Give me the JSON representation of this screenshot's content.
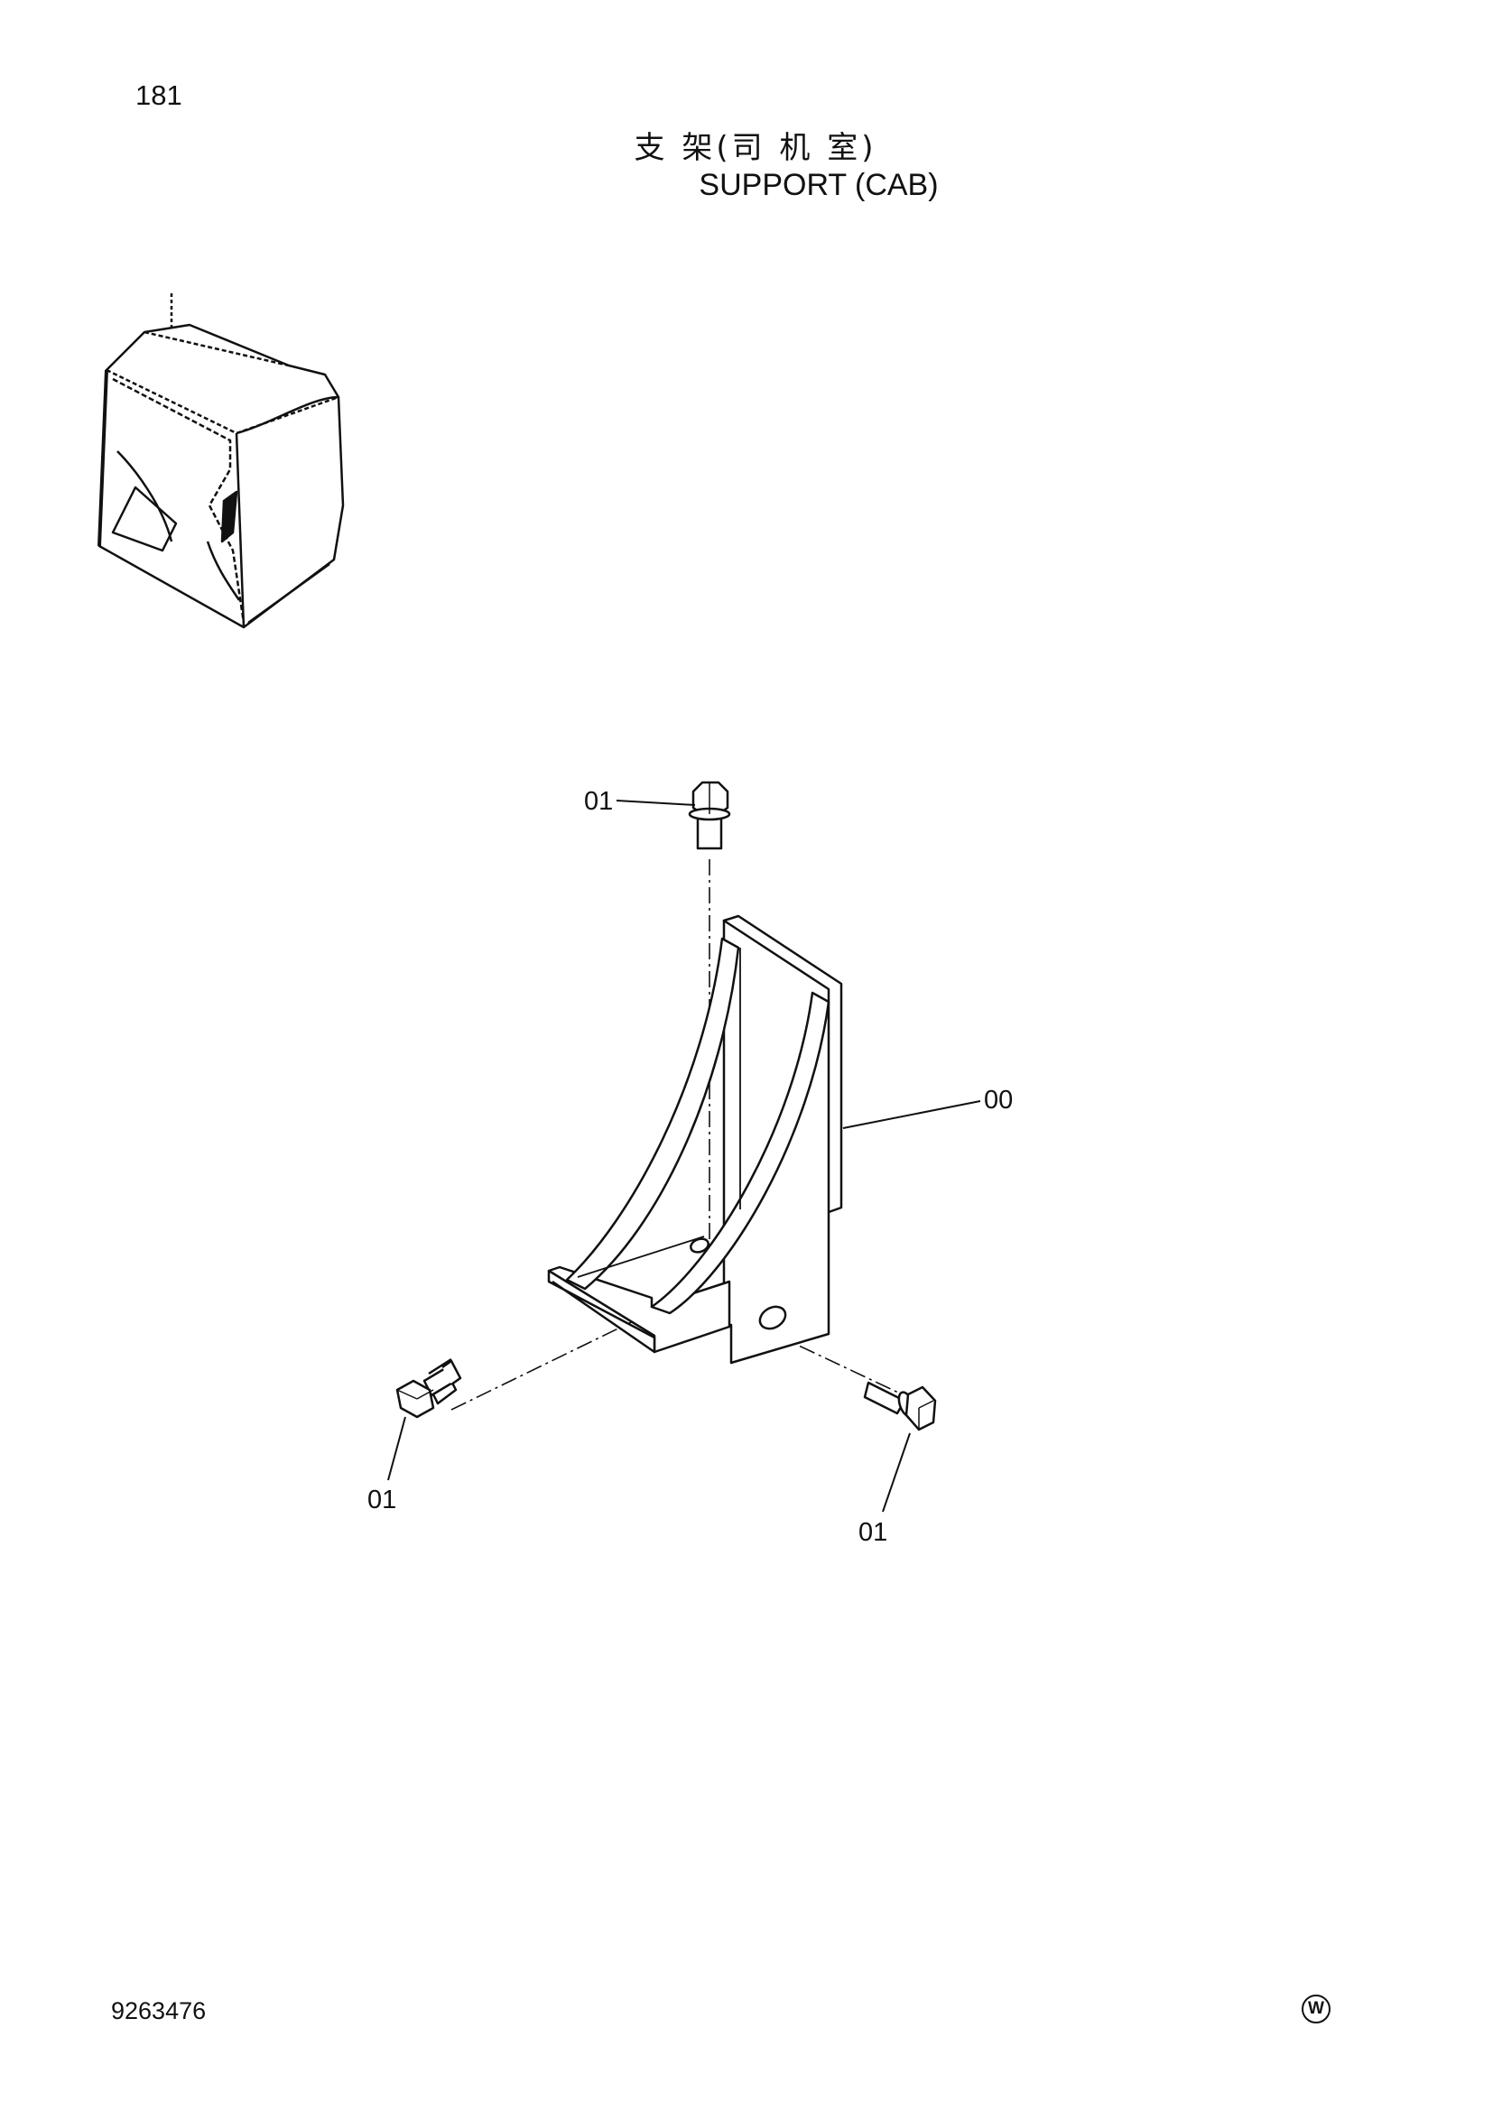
{
  "page": {
    "number": "181",
    "title_cn": "支 架(司 机 室)",
    "title_en": "SUPPORT  (CAB)",
    "doc_number": "9263476",
    "mark": "W"
  },
  "callouts": {
    "bolt_top": "01",
    "support": "00",
    "bolt_left": "01",
    "bolt_right": "01"
  },
  "icons": {
    "cab": "cab-locator-icon",
    "support": "support-bracket",
    "bolt": "flange-bolt"
  }
}
